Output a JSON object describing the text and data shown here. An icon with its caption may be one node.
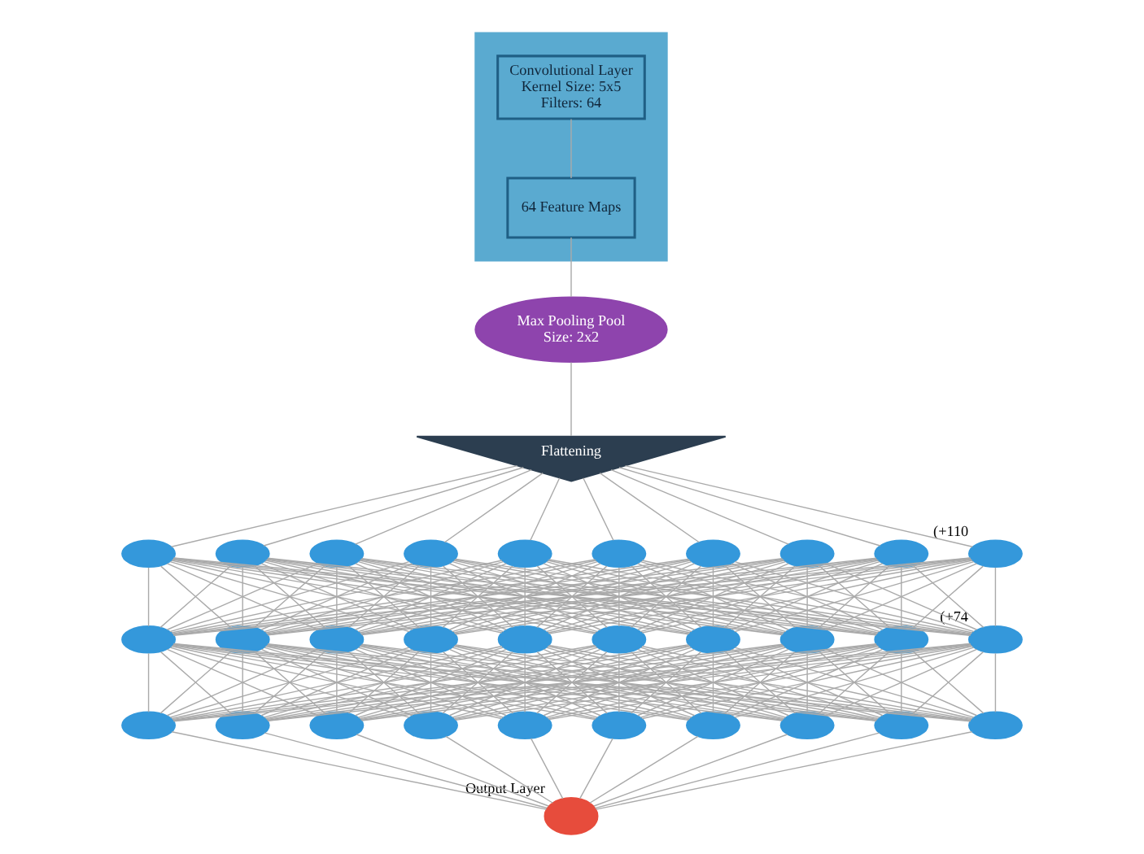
{
  "diagram": {
    "nodes": [
      {
        "text": [],
        "shape": "box"
      },
      {
        "text": [
          "Convolutional Layer Kernel Size: 5x5 Filters: 64"
        ],
        "in": 0
      },
      {
        "text": [
          "64 Feature Maps"
        ],
        "in": 0
      },
      {
        "text": [
          "Max Pooling Pool Size: 2x2"
        ]
      },
      {
        "text": [
          "Flattening"
        ]
      },
      {
        "text": [],
        "shape": "circle"
      },
      {
        "text": [],
        "shape": "circle"
      },
      {
        "text": [],
        "shape": "circle"
      },
      {
        "text": [],
        "shape": "circle"
      },
      {
        "text": [],
        "shape": "circle"
      },
      {
        "text": [],
        "shape": "circle"
      },
      {
        "text": [],
        "shape": "circle"
      },
      {
        "text": [],
        "shape": "circle"
      },
      {
        "text": [],
        "shape": "circle"
      },
      {
        "text": [],
        "shape": "circle",
        "beside": [
          "(+110"
        ]
      },
      {
        "text": [],
        "shape": "circle"
      },
      {
        "text": [],
        "shape": "circle"
      },
      {
        "text": [],
        "shape": "circle"
      },
      {
        "text": [],
        "shape": "circle"
      },
      {
        "text": [],
        "shape": "circle"
      },
      {
        "text": [],
        "shape": "circle"
      },
      {
        "text": [],
        "shape": "circle"
      },
      {
        "text": [],
        "shape": "circle"
      },
      {
        "text": [],
        "shape": "circle"
      },
      {
        "text": [],
        "shape": "circle",
        "beside": [
          "(+74"
        ]
      },
      {
        "text": [],
        "shape": "circle"
      },
      {
        "text": [],
        "shape": "circle"
      },
      {
        "text": [],
        "shape": "circle"
      },
      {
        "text": [],
        "shape": "circle"
      },
      {
        "text": [],
        "shape": "circle"
      },
      {
        "text": [],
        "shape": "circle"
      },
      {
        "text": [],
        "shape": "circle"
      },
      {
        "text": [],
        "shape": "circle"
      },
      {
        "text": [],
        "shape": "circle"
      },
      {
        "text": [],
        "shape": "circle"
      },
      {
        "text": [],
        "shape": "circle",
        "beside": [
          "Output Layer"
        ]
      }
    ],
    "edges": [
      {
        "from": 1,
        "to": 2,
        "arrow": "none"
      },
      {
        "from": 2,
        "to": 3,
        "arrow": "none"
      },
      {
        "from": 3,
        "to": 4,
        "arrow": "none"
      },
      {
        "from": 4,
        "to": 5,
        "arrow": "none"
      },
      {
        "from": 4,
        "to": 6,
        "arrow": "none"
      },
      {
        "from": 4,
        "to": 7,
        "arrow": "none"
      },
      {
        "from": 4,
        "to": 8,
        "arrow": "none"
      },
      {
        "from": 4,
        "to": 9,
        "arrow": "none"
      },
      {
        "from": 4,
        "to": 10,
        "arrow": "none"
      },
      {
        "from": 4,
        "to": 11,
        "arrow": "none"
      },
      {
        "from": 4,
        "to": 12,
        "arrow": "none"
      },
      {
        "from": 4,
        "to": 13,
        "arrow": "none"
      },
      {
        "from": 4,
        "to": 14,
        "arrow": "none"
      },
      {
        "from": 5,
        "to": 15,
        "arrow": "none"
      },
      {
        "from": 5,
        "to": 16,
        "arrow": "none"
      },
      {
        "from": 5,
        "to": 17,
        "arrow": "none"
      },
      {
        "from": 5,
        "to": 18,
        "arrow": "none"
      },
      {
        "from": 5,
        "to": 19,
        "arrow": "none"
      },
      {
        "from": 5,
        "to": 20,
        "arrow": "none"
      },
      {
        "from": 5,
        "to": 21,
        "arrow": "none"
      },
      {
        "from": 5,
        "to": 22,
        "arrow": "none"
      },
      {
        "from": 5,
        "to": 23,
        "arrow": "none"
      },
      {
        "from": 5,
        "to": 24,
        "arrow": "none"
      },
      {
        "from": 6,
        "to": 15,
        "arrow": "none"
      },
      {
        "from": 6,
        "to": 16,
        "arrow": "none"
      },
      {
        "from": 6,
        "to": 17,
        "arrow": "none"
      },
      {
        "from": 6,
        "to": 18,
        "arrow": "none"
      },
      {
        "from": 6,
        "to": 19,
        "arrow": "none"
      },
      {
        "from": 6,
        "to": 20,
        "arrow": "none"
      },
      {
        "from": 6,
        "to": 21,
        "arrow": "none"
      },
      {
        "from": 6,
        "to": 22,
        "arrow": "none"
      },
      {
        "from": 6,
        "to": 23,
        "arrow": "none"
      },
      {
        "from": 6,
        "to": 24,
        "arrow": "none"
      },
      {
        "from": 7,
        "to": 15,
        "arrow": "none"
      },
      {
        "from": 7,
        "to": 16,
        "arrow": "none"
      },
      {
        "from": 7,
        "to": 17,
        "arrow": "none"
      },
      {
        "from": 7,
        "to": 18,
        "arrow": "none"
      },
      {
        "from": 7,
        "to": 19,
        "arrow": "none"
      },
      {
        "from": 7,
        "to": 20,
        "arrow": "none"
      },
      {
        "from": 7,
        "to": 21,
        "arrow": "none"
      },
      {
        "from": 7,
        "to": 22,
        "arrow": "none"
      },
      {
        "from": 7,
        "to": 23,
        "arrow": "none"
      },
      {
        "from": 7,
        "to": 24,
        "arrow": "none"
      },
      {
        "from": 8,
        "to": 15,
        "arrow": "none"
      },
      {
        "from": 8,
        "to": 16,
        "arrow": "none"
      },
      {
        "from": 8,
        "to": 17,
        "arrow": "none"
      },
      {
        "from": 8,
        "to": 18,
        "arrow": "none"
      },
      {
        "from": 8,
        "to": 19,
        "arrow": "none"
      },
      {
        "from": 8,
        "to": 20,
        "arrow": "none"
      },
      {
        "from": 8,
        "to": 21,
        "arrow": "none"
      },
      {
        "from": 8,
        "to": 22,
        "arrow": "none"
      },
      {
        "from": 8,
        "to": 23,
        "arrow": "none"
      },
      {
        "from": 8,
        "to": 24,
        "arrow": "none"
      },
      {
        "from": 9,
        "to": 15,
        "arrow": "none"
      },
      {
        "from": 9,
        "to": 16,
        "arrow": "none"
      },
      {
        "from": 9,
        "to": 17,
        "arrow": "none"
      },
      {
        "from": 9,
        "to": 18,
        "arrow": "none"
      },
      {
        "from": 9,
        "to": 19,
        "arrow": "none"
      },
      {
        "from": 9,
        "to": 20,
        "arrow": "none"
      },
      {
        "from": 9,
        "to": 21,
        "arrow": "none"
      },
      {
        "from": 9,
        "to": 22,
        "arrow": "none"
      },
      {
        "from": 9,
        "to": 23,
        "arrow": "none"
      },
      {
        "from": 9,
        "to": 24,
        "arrow": "none"
      },
      {
        "from": 10,
        "to": 15,
        "arrow": "none"
      },
      {
        "from": 10,
        "to": 16,
        "arrow": "none"
      },
      {
        "from": 10,
        "to": 17,
        "arrow": "none"
      },
      {
        "from": 10,
        "to": 18,
        "arrow": "none"
      },
      {
        "from": 10,
        "to": 19,
        "arrow": "none"
      },
      {
        "from": 10,
        "to": 20,
        "arrow": "none"
      },
      {
        "from": 10,
        "to": 21,
        "arrow": "none"
      },
      {
        "from": 10,
        "to": 22,
        "arrow": "none"
      },
      {
        "from": 10,
        "to": 23,
        "arrow": "none"
      },
      {
        "from": 10,
        "to": 24,
        "arrow": "none"
      },
      {
        "from": 11,
        "to": 15,
        "arrow": "none"
      },
      {
        "from": 11,
        "to": 16,
        "arrow": "none"
      },
      {
        "from": 11,
        "to": 17,
        "arrow": "none"
      },
      {
        "from": 11,
        "to": 18,
        "arrow": "none"
      },
      {
        "from": 11,
        "to": 19,
        "arrow": "none"
      },
      {
        "from": 11,
        "to": 20,
        "arrow": "none"
      },
      {
        "from": 11,
        "to": 21,
        "arrow": "none"
      },
      {
        "from": 11,
        "to": 22,
        "arrow": "none"
      },
      {
        "from": 11,
        "to": 23,
        "arrow": "none"
      },
      {
        "from": 11,
        "to": 24,
        "arrow": "none"
      },
      {
        "from": 12,
        "to": 15,
        "arrow": "none"
      },
      {
        "from": 12,
        "to": 16,
        "arrow": "none"
      },
      {
        "from": 12,
        "to": 17,
        "arrow": "none"
      },
      {
        "from": 12,
        "to": 18,
        "arrow": "none"
      },
      {
        "from": 12,
        "to": 19,
        "arrow": "none"
      },
      {
        "from": 12,
        "to": 20,
        "arrow": "none"
      },
      {
        "from": 12,
        "to": 21,
        "arrow": "none"
      },
      {
        "from": 12,
        "to": 22,
        "arrow": "none"
      },
      {
        "from": 12,
        "to": 23,
        "arrow": "none"
      },
      {
        "from": 12,
        "to": 24,
        "arrow": "none"
      },
      {
        "from": 13,
        "to": 15,
        "arrow": "none"
      },
      {
        "from": 13,
        "to": 16,
        "arrow": "none"
      },
      {
        "from": 13,
        "to": 17,
        "arrow": "none"
      },
      {
        "from": 13,
        "to": 18,
        "arrow": "none"
      },
      {
        "from": 13,
        "to": 19,
        "arrow": "none"
      },
      {
        "from": 13,
        "to": 20,
        "arrow": "none"
      },
      {
        "from": 13,
        "to": 21,
        "arrow": "none"
      },
      {
        "from": 13,
        "to": 22,
        "arrow": "none"
      },
      {
        "from": 13,
        "to": 23,
        "arrow": "none"
      },
      {
        "from": 13,
        "to": 24,
        "arrow": "none"
      },
      {
        "from": 14,
        "to": 15,
        "arrow": "none"
      },
      {
        "from": 14,
        "to": 16,
        "arrow": "none"
      },
      {
        "from": 14,
        "to": 17,
        "arrow": "none"
      },
      {
        "from": 14,
        "to": 18,
        "arrow": "none"
      },
      {
        "from": 14,
        "to": 19,
        "arrow": "none"
      },
      {
        "from": 14,
        "to": 20,
        "arrow": "none"
      },
      {
        "from": 14,
        "to": 21,
        "arrow": "none"
      },
      {
        "from": 14,
        "to": 22,
        "arrow": "none"
      },
      {
        "from": 14,
        "to": 23,
        "arrow": "none"
      },
      {
        "from": 14,
        "to": 24,
        "arrow": "none"
      },
      {
        "from": 15,
        "to": 25,
        "arrow": "none"
      },
      {
        "from": 15,
        "to": 26,
        "arrow": "none"
      },
      {
        "from": 15,
        "to": 27,
        "arrow": "none"
      },
      {
        "from": 15,
        "to": 28,
        "arrow": "none"
      },
      {
        "from": 15,
        "to": 29,
        "arrow": "none"
      },
      {
        "from": 15,
        "to": 30,
        "arrow": "none"
      },
      {
        "from": 15,
        "to": 31,
        "arrow": "none"
      },
      {
        "from": 15,
        "to": 32,
        "arrow": "none"
      },
      {
        "from": 15,
        "to": 33,
        "arrow": "none"
      },
      {
        "from": 15,
        "to": 34,
        "arrow": "none"
      },
      {
        "from": 16,
        "to": 25,
        "arrow": "none"
      },
      {
        "from": 16,
        "to": 26,
        "arrow": "none"
      },
      {
        "from": 16,
        "to": 27,
        "arrow": "none"
      },
      {
        "from": 16,
        "to": 28,
        "arrow": "none"
      },
      {
        "from": 16,
        "to": 29,
        "arrow": "none"
      },
      {
        "from": 16,
        "to": 30,
        "arrow": "none"
      },
      {
        "from": 16,
        "to": 31,
        "arrow": "none"
      },
      {
        "from": 16,
        "to": 32,
        "arrow": "none"
      },
      {
        "from": 16,
        "to": 33,
        "arrow": "none"
      },
      {
        "from": 16,
        "to": 34,
        "arrow": "none"
      },
      {
        "from": 17,
        "to": 25,
        "arrow": "none"
      },
      {
        "from": 17,
        "to": 26,
        "arrow": "none"
      },
      {
        "from": 17,
        "to": 27,
        "arrow": "none"
      },
      {
        "from": 17,
        "to": 28,
        "arrow": "none"
      },
      {
        "from": 17,
        "to": 29,
        "arrow": "none"
      },
      {
        "from": 17,
        "to": 30,
        "arrow": "none"
      },
      {
        "from": 17,
        "to": 31,
        "arrow": "none"
      },
      {
        "from": 17,
        "to": 32,
        "arrow": "none"
      },
      {
        "from": 17,
        "to": 33,
        "arrow": "none"
      },
      {
        "from": 17,
        "to": 34,
        "arrow": "none"
      },
      {
        "from": 18,
        "to": 25,
        "arrow": "none"
      },
      {
        "from": 18,
        "to": 26,
        "arrow": "none"
      },
      {
        "from": 18,
        "to": 27,
        "arrow": "none"
      },
      {
        "from": 18,
        "to": 28,
        "arrow": "none"
      },
      {
        "from": 18,
        "to": 29,
        "arrow": "none"
      },
      {
        "from": 18,
        "to": 30,
        "arrow": "none"
      },
      {
        "from": 18,
        "to": 31,
        "arrow": "none"
      },
      {
        "from": 18,
        "to": 32,
        "arrow": "none"
      },
      {
        "from": 18,
        "to": 33,
        "arrow": "none"
      },
      {
        "from": 18,
        "to": 34,
        "arrow": "none"
      },
      {
        "from": 19,
        "to": 25,
        "arrow": "none"
      },
      {
        "from": 19,
        "to": 26,
        "arrow": "none"
      },
      {
        "from": 19,
        "to": 27,
        "arrow": "none"
      },
      {
        "from": 19,
        "to": 28,
        "arrow": "none"
      },
      {
        "from": 19,
        "to": 29,
        "arrow": "none"
      },
      {
        "from": 19,
        "to": 30,
        "arrow": "none"
      },
      {
        "from": 19,
        "to": 31,
        "arrow": "none"
      },
      {
        "from": 19,
        "to": 32,
        "arrow": "none"
      },
      {
        "from": 19,
        "to": 33,
        "arrow": "none"
      },
      {
        "from": 19,
        "to": 34,
        "arrow": "none"
      },
      {
        "from": 20,
        "to": 25,
        "arrow": "none"
      },
      {
        "from": 20,
        "to": 26,
        "arrow": "none"
      },
      {
        "from": 20,
        "to": 27,
        "arrow": "none"
      },
      {
        "from": 20,
        "to": 28,
        "arrow": "none"
      },
      {
        "from": 20,
        "to": 29,
        "arrow": "none"
      },
      {
        "from": 20,
        "to": 30,
        "arrow": "none"
      },
      {
        "from": 20,
        "to": 31,
        "arrow": "none"
      },
      {
        "from": 20,
        "to": 32,
        "arrow": "none"
      },
      {
        "from": 20,
        "to": 33,
        "arrow": "none"
      },
      {
        "from": 20,
        "to": 34,
        "arrow": "none"
      },
      {
        "from": 21,
        "to": 25,
        "arrow": "none"
      },
      {
        "from": 21,
        "to": 26,
        "arrow": "none"
      },
      {
        "from": 21,
        "to": 27,
        "arrow": "none"
      },
      {
        "from": 21,
        "to": 28,
        "arrow": "none"
      },
      {
        "from": 21,
        "to": 29,
        "arrow": "none"
      },
      {
        "from": 21,
        "to": 30,
        "arrow": "none"
      },
      {
        "from": 21,
        "to": 31,
        "arrow": "none"
      },
      {
        "from": 21,
        "to": 32,
        "arrow": "none"
      },
      {
        "from": 21,
        "to": 33,
        "arrow": "none"
      },
      {
        "from": 21,
        "to": 34,
        "arrow": "none"
      },
      {
        "from": 22,
        "to": 25,
        "arrow": "none"
      },
      {
        "from": 22,
        "to": 26,
        "arrow": "none"
      },
      {
        "from": 22,
        "to": 27,
        "arrow": "none"
      },
      {
        "from": 22,
        "to": 28,
        "arrow": "none"
      },
      {
        "from": 22,
        "to": 29,
        "arrow": "none"
      },
      {
        "from": 22,
        "to": 30,
        "arrow": "none"
      },
      {
        "from": 22,
        "to": 31,
        "arrow": "none"
      },
      {
        "from": 22,
        "to": 32,
        "arrow": "none"
      },
      {
        "from": 22,
        "to": 33,
        "arrow": "none"
      },
      {
        "from": 22,
        "to": 34,
        "arrow": "none"
      },
      {
        "from": 23,
        "to": 25,
        "arrow": "none"
      },
      {
        "from": 23,
        "to": 26,
        "arrow": "none"
      },
      {
        "from": 23,
        "to": 27,
        "arrow": "none"
      },
      {
        "from": 23,
        "to": 28,
        "arrow": "none"
      },
      {
        "from": 23,
        "to": 29,
        "arrow": "none"
      },
      {
        "from": 23,
        "to": 30,
        "arrow": "none"
      },
      {
        "from": 23,
        "to": 31,
        "arrow": "none"
      },
      {
        "from": 23,
        "to": 32,
        "arrow": "none"
      },
      {
        "from": 23,
        "to": 33,
        "arrow": "none"
      },
      {
        "from": 23,
        "to": 34,
        "arrow": "none"
      },
      {
        "from": 24,
        "to": 25,
        "arrow": "none"
      },
      {
        "from": 24,
        "to": 26,
        "arrow": "none"
      },
      {
        "from": 24,
        "to": 27,
        "arrow": "none"
      },
      {
        "from": 24,
        "to": 28,
        "arrow": "none"
      },
      {
        "from": 24,
        "to": 29,
        "arrow": "none"
      },
      {
        "from": 24,
        "to": 30,
        "arrow": "none"
      },
      {
        "from": 24,
        "to": 31,
        "arrow": "none"
      },
      {
        "from": 24,
        "to": 32,
        "arrow": "none"
      },
      {
        "from": 24,
        "to": 33,
        "arrow": "none"
      },
      {
        "from": 24,
        "to": 34,
        "arrow": "none"
      },
      {
        "from": 25,
        "to": 35,
        "arrow": "none"
      },
      {
        "from": 26,
        "to": 35,
        "arrow": "none"
      },
      {
        "from": 27,
        "to": 35,
        "arrow": "none"
      },
      {
        "from": 28,
        "to": 35,
        "arrow": "none"
      },
      {
        "from": 29,
        "to": 35,
        "arrow": "none"
      },
      {
        "from": 30,
        "to": 35,
        "arrow": "none"
      },
      {
        "from": 31,
        "to": 35,
        "arrow": "none"
      },
      {
        "from": 32,
        "to": 35,
        "arrow": "none"
      },
      {
        "from": 33,
        "to": 35,
        "arrow": "none"
      },
      {
        "from": 34,
        "to": 35,
        "arrow": "none"
      }
    ]
  }
}
